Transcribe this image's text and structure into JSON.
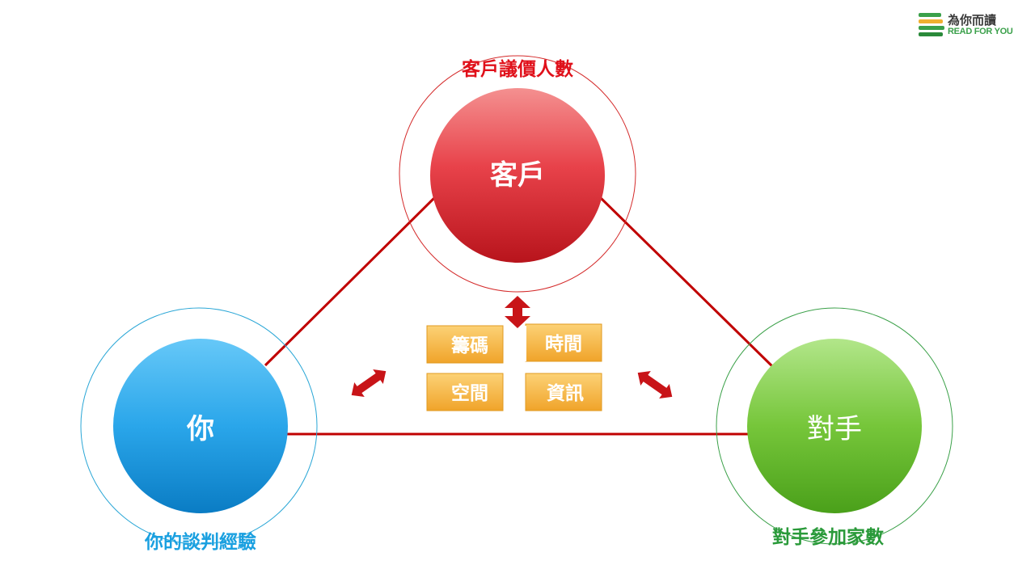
{
  "logo": {
    "chinese": "為你而讀",
    "english": "READ FOR YOU"
  },
  "nodes": {
    "customer": {
      "label": "客戶",
      "caption": "客戶議價人數",
      "color": "#e0232a"
    },
    "you": {
      "label": "你",
      "caption": "你的談判經驗",
      "color": "#1aa0e0"
    },
    "competitor": {
      "label": "對手",
      "caption": "對手參加家數",
      "color": "#3aa02a"
    }
  },
  "factors": {
    "chips": "籌碼",
    "time": "時間",
    "space": "空間",
    "information": "資訊"
  },
  "icons": {
    "arrow_top": "double-arrow-vertical-icon",
    "arrow_left": "double-arrow-diagonal-left-icon",
    "arrow_right": "double-arrow-diagonal-right-icon"
  },
  "colors": {
    "line": "#c00000",
    "box": "#f5b335"
  }
}
